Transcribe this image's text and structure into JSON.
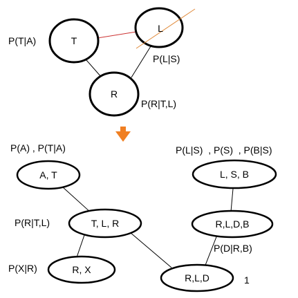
{
  "top_graph": {
    "nodes": {
      "t": "T",
      "l": "L",
      "r": "R"
    },
    "factors": {
      "t": "P(T|A)",
      "l": "P(L|S)",
      "r": "P(R|T,L)"
    },
    "highlight_color": "#cc3333",
    "arrow_line_color": "#e08a3a"
  },
  "arrow": {
    "color": "#f07f22"
  },
  "bottom_graph": {
    "nodes": {
      "at": "A, T",
      "tlr": "T, L, R",
      "rx": "R, X",
      "lsb": "L, S, B",
      "rldb": "R,L,D,B",
      "rld": "R,L,D"
    },
    "factors": {
      "at": "P(A) , P(T|A)",
      "tlr": "P(R|T,L)",
      "rx": "P(X|R)",
      "lsb": "P(L|S)  , P(S)  , P(B|S)",
      "rldb": "P(D|R,B)",
      "rld": "1"
    }
  }
}
